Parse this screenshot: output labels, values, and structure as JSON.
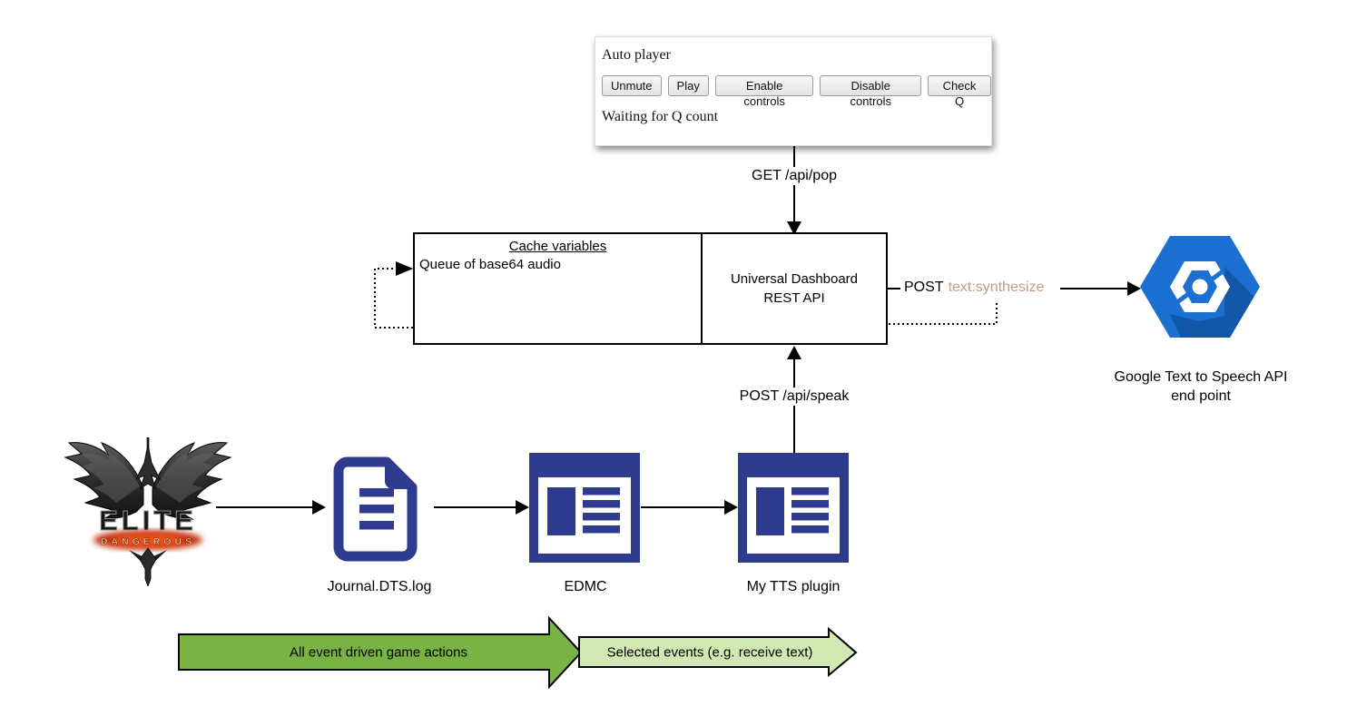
{
  "panel": {
    "title": "Auto player",
    "buttons": [
      "Unmute",
      "Play",
      "Enable controls",
      "Disable controls",
      "Check Q"
    ],
    "status": "Waiting for Q count"
  },
  "connectors": {
    "get_api_pop": "GET /api/pop",
    "post_api_speak": "POST /api/speak",
    "post_prefix": "POST",
    "post_path": "text:synthesize"
  },
  "cache_box": {
    "title": "Cache variables",
    "line": "Queue of  base64 audio"
  },
  "rest_box": {
    "line1": "Universal Dashboard",
    "line2": "REST API"
  },
  "google_endpoint": {
    "line1": "Google Text to Speech API",
    "line2": "end point"
  },
  "nodes": {
    "journal": "Journal.DTS.log",
    "edmc": "EDMC",
    "tts": "My TTS plugin"
  },
  "flow_arrows": {
    "all_events": "All event driven game actions",
    "selected_events": "Selected events (e.g. receive text)"
  },
  "elite_logo": {
    "title": "ELITE",
    "subtitle": "DANGEROUS"
  },
  "colors": {
    "node_navy": "#2e3b8f",
    "arrow_green": "#79b344",
    "arrow_light_green": "#d2e8b2",
    "synthesize_text": "#c49a8c",
    "google_blue": "#1b70d2",
    "google_shadow": "#1257a8"
  }
}
